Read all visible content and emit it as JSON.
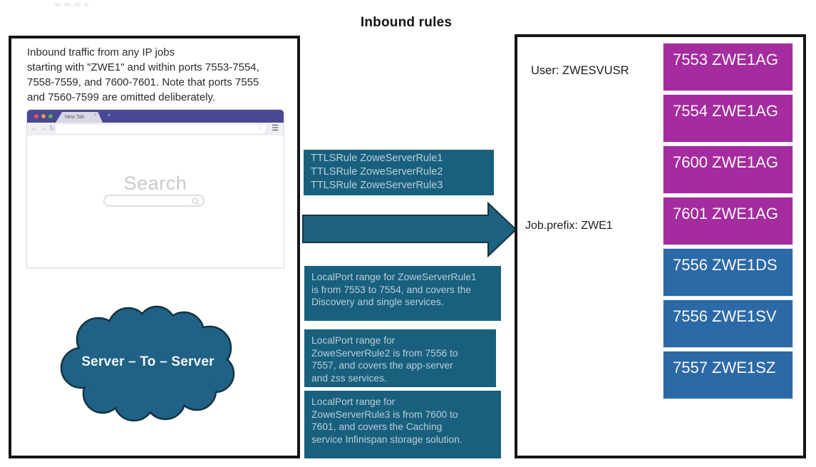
{
  "title": "Inbound rules",
  "left_panel": {
    "description": "Inbound traffic from any IP jobs\nstarting with \"ZWE1\" and within ports 7553-7554,\n7558-7559, and 7600-7601. Note that ports 7555\nand 7560-7599 are omitted deliberately.",
    "browser": {
      "tab_label": "New Tab",
      "tab_close_glyph": "×",
      "new_tab_glyph": "+",
      "back_glyph": "←",
      "forward_glyph": "→",
      "reload_glyph": "↻",
      "star_glyph": "☆",
      "menu_glyph": "☰",
      "search_heading": "Search"
    },
    "cloud_label": "Server – To – Server"
  },
  "middle": {
    "ttls_rules_text": "TTLSRule ZoweServerRule1\nTTLSRule ZoweServerRule2\nTTLSRule ZoweServerRule3",
    "localport_rules": [
      "LocalPort range for ZoweServerRule1\nis from 7553 to 7554, and covers the\nDiscovery and single services.",
      "LocalPort range for\nZoweServerRule2 is from 7556 to\n7557, and covers the app-server\nand zss services.",
      "LocalPort range for\nZoweServerRule3 is from 7600 to\n7601, and covers the Caching\nservice Infinispan storage solution."
    ]
  },
  "right_panel": {
    "user_label": "User: ZWESVUSR",
    "job_prefix_label": "Job.prefix: ZWE1",
    "ports": [
      {
        "label": "7553 ZWE1AG",
        "color": "#a42c9e"
      },
      {
        "label": "7554 ZWE1AG",
        "color": "#a42c9e"
      },
      {
        "label": "7600 ZWE1AG",
        "color": "#a42c9e"
      },
      {
        "label": "7601 ZWE1AG",
        "color": "#a42c9e"
      },
      {
        "label": "7556 ZWE1DS",
        "color": "#2b6aa6"
      },
      {
        "label": "7556 ZWE1SV",
        "color": "#2b6aa6"
      },
      {
        "label": "7557 ZWE1SZ",
        "color": "#2b6aa6"
      }
    ]
  },
  "colors": {
    "teal_box": "#19607e",
    "teal_box_text": "#b9cdd9",
    "arrow_fill": "#1f6180",
    "cloud_fill": "#1f6285",
    "magenta": "#a42c9e",
    "blue": "#2b6aa6",
    "browser_purple": "#4c4795",
    "panel_border": "#161616"
  }
}
